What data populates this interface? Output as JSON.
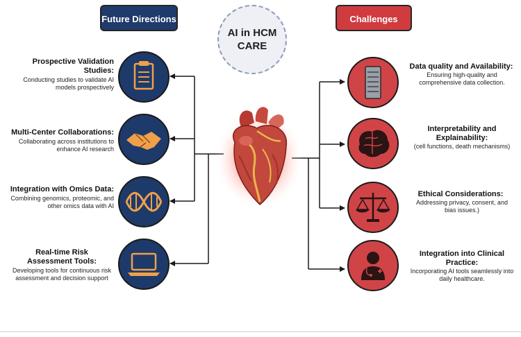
{
  "future_directions": {
    "header": "Future Directions",
    "items": [
      {
        "title": "Prospective Validation Studies:",
        "description": "Conducting studies to validate AI models prospectively",
        "icon": "clipboard-icon"
      },
      {
        "title": "Multi-Center Collaborations:",
        "description": "Collaborating across institutions to enhance AI research",
        "icon": "handshake-icon"
      },
      {
        "title": "Integration with Omics Data:",
        "description": "Combining genomics, proteomic, and other omics data with AI",
        "icon": "dna-icon"
      },
      {
        "title": "Real-time Risk Assessment Tools:",
        "description": "Developing tools for continuous risk assessment and decision support",
        "icon": "laptop-icon"
      }
    ]
  },
  "center": {
    "title": "AI in HCM CARE",
    "image": "heart-illustration"
  },
  "challenges": {
    "header": "Challenges",
    "items": [
      {
        "title": "Data quality and Availability:",
        "description": "Ensuring high-quality and comprehensive data collection.",
        "icon": "server-icon"
      },
      {
        "title": "Interpretability and Explainability:",
        "description": "(cell functions, death mechanisms)",
        "icon": "brain-icon"
      },
      {
        "title": "Ethical Considerations:",
        "description": "Addressing privacy, consent, and bias issues.)",
        "icon": "scales-icon"
      },
      {
        "title": "Integration into Clinical Practice:",
        "description": "Incorporating AI tools seamlessly into daily healthcare.",
        "icon": "doctor-icon"
      }
    ]
  },
  "colors": {
    "navy": "#1e3a6a",
    "red": "#d04447",
    "line": "#1a1a1a"
  }
}
